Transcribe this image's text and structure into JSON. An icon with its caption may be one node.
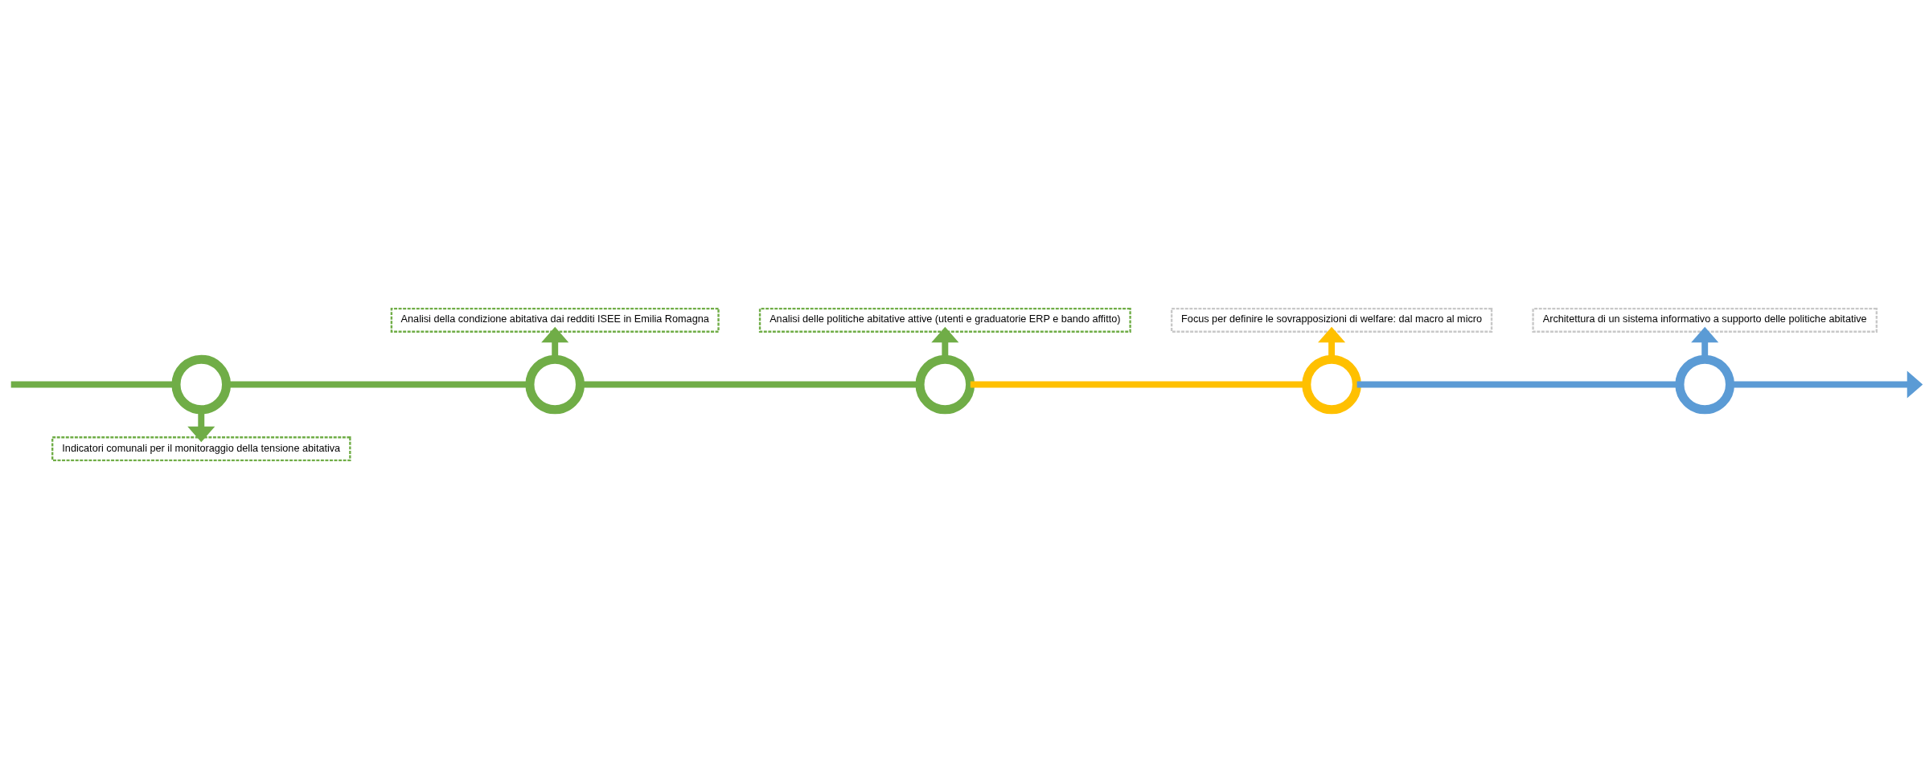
{
  "diagram": {
    "nodes": [
      {
        "text": [],
        "shape": "circle"
      },
      {
        "text": [],
        "shape": "circle"
      },
      {
        "text": [],
        "shape": "circle"
      },
      {
        "text": [],
        "shape": "circle"
      },
      {
        "text": [],
        "shape": "circle"
      },
      {
        "text": [
          "Indicatori comunali per il monitoraggio della tensione abitativa"
        ]
      },
      {
        "text": [
          "Analisi della condizione abitativa dai redditi ISEE in Emilia Romagna"
        ]
      },
      {
        "text": [
          "Analisi delle politiche abitative attive (utenti e graduatorie ERP e bando affitto)"
        ]
      },
      {
        "text": [
          "Focus per definire le sovrapposizioni di welfare: dal macro al micro"
        ]
      },
      {
        "text": [
          "Architettura di un sistema informativo a supporto delle politiche abitative"
        ]
      }
    ],
    "edges": [
      {
        "from": null,
        "to": 0,
        "arrow": "none"
      },
      {
        "from": 0,
        "to": 1,
        "arrow": "none"
      },
      {
        "from": 1,
        "to": 2,
        "arrow": "none"
      },
      {
        "from": 2,
        "to": 3,
        "arrow": "none",
        "color": "#ffc000"
      },
      {
        "from": 3,
        "to": 4,
        "arrow": "none",
        "color": "#5b9bd5"
      },
      {
        "from": 4,
        "to": null,
        "arrow": "to",
        "color": "#5b9bd5"
      },
      {
        "from": 0,
        "to": 5,
        "arrow": "to"
      },
      {
        "from": 1,
        "to": 6,
        "arrow": "to"
      },
      {
        "from": 2,
        "to": 7,
        "arrow": "to"
      },
      {
        "from": 3,
        "to": 8,
        "arrow": "to",
        "color": "#ffc000"
      },
      {
        "from": 4,
        "to": 9,
        "arrow": "to",
        "color": "#5b9bd5"
      }
    ]
  }
}
